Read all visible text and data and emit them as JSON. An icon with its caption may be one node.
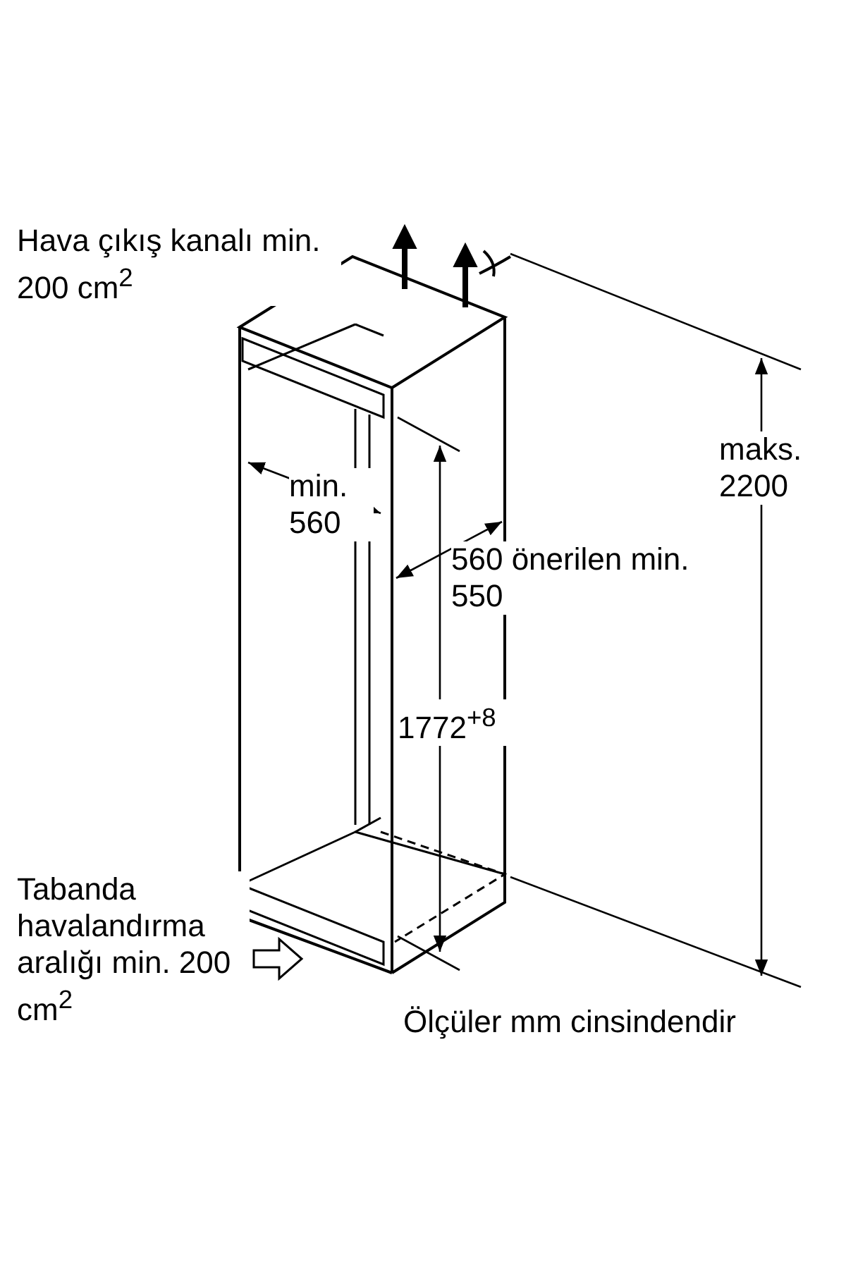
{
  "diagram": {
    "labels": [
      "Hava çıkış kanalı min. 200 cm$^{2}$",
      "maks. 2200",
      "min. 560",
      "560 önerilen min. 550",
      "1772$^{+8}$",
      "Tabanda havalandırma aralığı min. 200 cm$^{2}$",
      "Ölçüler mm cinsindendir"
    ]
  }
}
